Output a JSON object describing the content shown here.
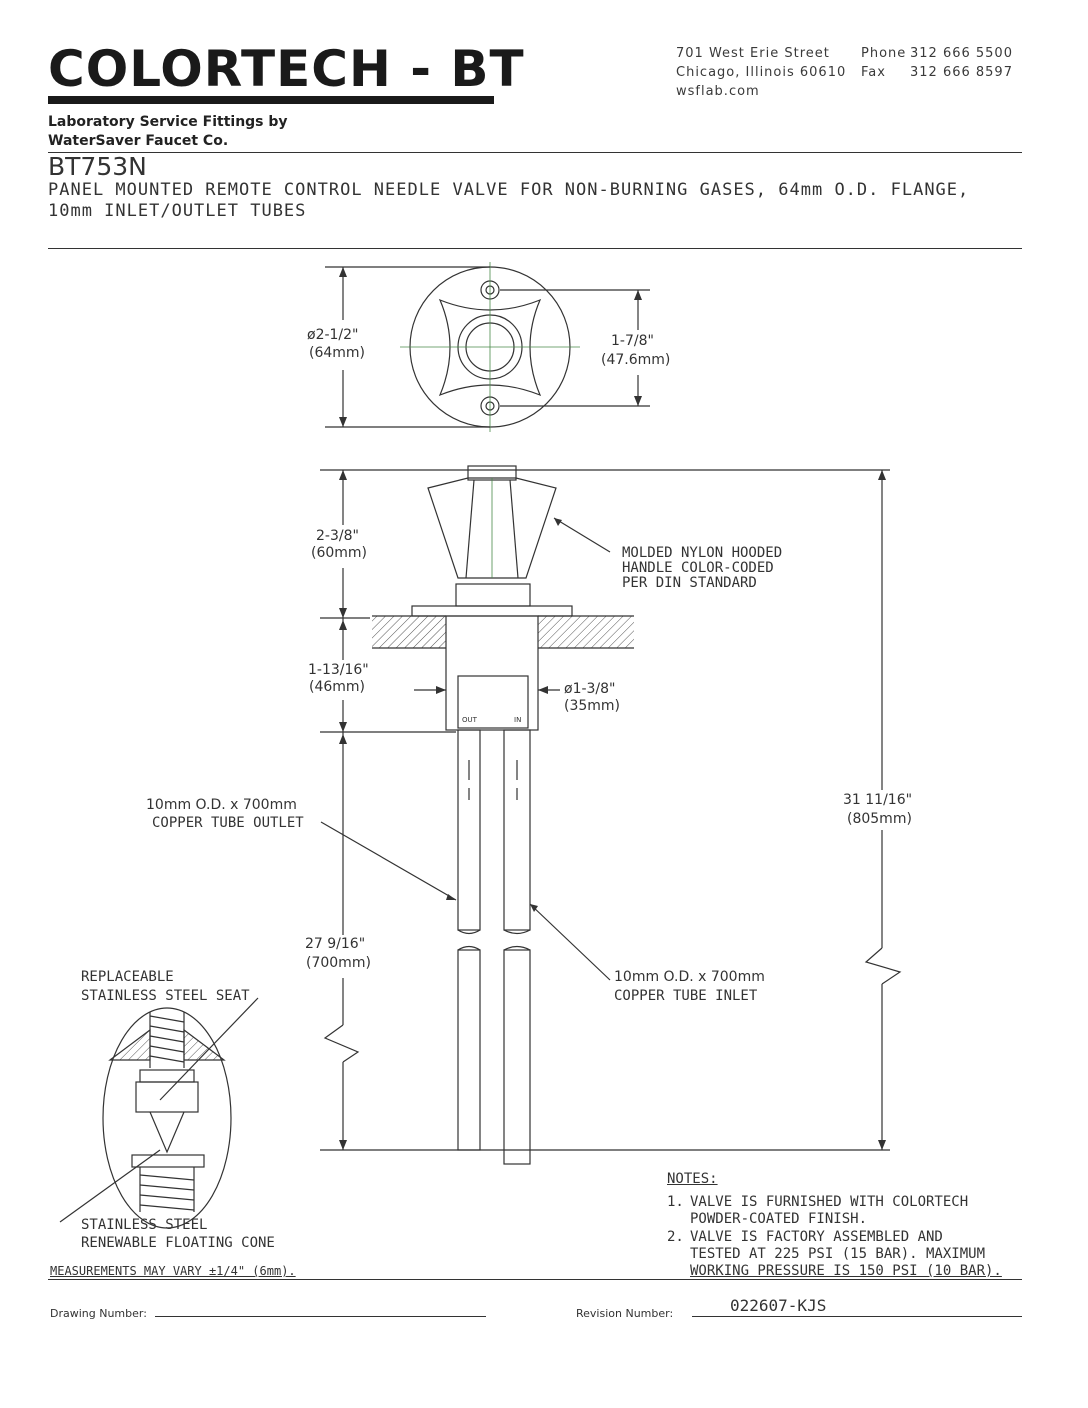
{
  "header": {
    "logo": "COLORTECH - BT",
    "address_line1": "701 West Erie Street",
    "address_line2": "Chicago, Illinois 60610",
    "website": "wsflab.com",
    "phone_label": "Phone",
    "phone": "312 666 5500",
    "fax_label": "Fax",
    "fax": "312 666 8597",
    "subtitle_line1": "Laboratory Service Fittings by",
    "subtitle_line2": "WaterSaver Faucet Co."
  },
  "product": {
    "model": "BT753N",
    "description_line1": "PANEL MOUNTED REMOTE CONTROL NEEDLE VALVE FOR NON-BURNING GASES, 64mm O.D. FLANGE,",
    "description_line2": "10mm INLET/OUTLET TUBES"
  },
  "dimensions": {
    "flange_dia_in": "ø2-1/2\"",
    "flange_dia_mm": "(64mm)",
    "bolt_spacing_in": "1-7/8\"",
    "bolt_spacing_mm": "(47.6mm)",
    "handle_height_in": "2-3/8\"",
    "handle_height_mm": "(60mm)",
    "body_height_in": "1-13/16\"",
    "body_height_mm": "(46mm)",
    "body_dia_in": "ø1-3/8\"",
    "body_dia_mm": "(35mm)",
    "overall_in": "31 11/16\"",
    "overall_mm": "(805mm)",
    "tube_len_in": "27 9/16\"",
    "tube_len_mm": "(700mm)"
  },
  "callouts": {
    "handle_line1": "MOLDED NYLON HOODED",
    "handle_line2": "HANDLE COLOR-CODED",
    "handle_line3": "PER DIN STANDARD",
    "outlet_line1": "10mm O.D. x 700mm",
    "outlet_line2": "COPPER TUBE OUTLET",
    "inlet_line1": "10mm O.D. x 700mm",
    "inlet_line2": "COPPER TUBE INLET",
    "seat_line1": "REPLACEABLE",
    "seat_line2": "STAINLESS STEEL SEAT",
    "cone_line1": "STAINLESS STEEL",
    "cone_line2": "RENEWABLE FLOATING CONE",
    "out_label": "OUT",
    "in_label": "IN"
  },
  "notes": {
    "title": "NOTES:",
    "items": [
      {
        "num": "1.",
        "line1": "VALVE IS FURNISHED WITH COLORTECH",
        "line2": "POWDER-COATED FINISH."
      },
      {
        "num": "2.",
        "line1": "VALVE IS FACTORY ASSEMBLED AND",
        "line2": "TESTED AT 225 PSI (15 BAR). MAXIMUM",
        "line3": "WORKING PRESSURE IS 150 PSI (10 BAR)."
      }
    ]
  },
  "footer": {
    "measure_note": "MEASUREMENTS MAY VARY ±1/4\" (6mm).",
    "drawing_label": "Drawing Number:",
    "drawing_number": "",
    "revision_label": "Revision Number:",
    "revision_number": "022607-KJS"
  }
}
